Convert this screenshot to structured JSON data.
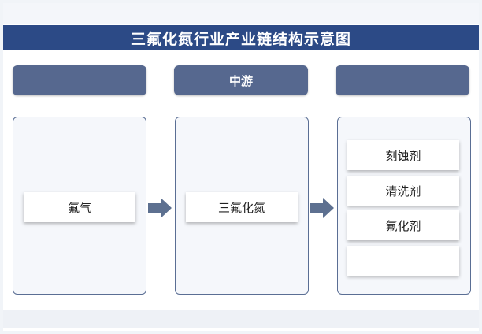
{
  "title": "三氟化氮行业产业链结构示意图",
  "stages": [
    {
      "header": "",
      "items": [
        "氟气"
      ]
    },
    {
      "header": "中游",
      "items": [
        "三氟化氮"
      ]
    },
    {
      "header": "",
      "items": [
        "刻蚀剂",
        "清洗剂",
        "氟化剂",
        ""
      ]
    }
  ],
  "colors": {
    "title_bg": "#2c4a86",
    "header_bg": "#56688f",
    "panel_border": "#5a6e94",
    "arrow": "#5d7090"
  },
  "icons": [
    "right-arrow-icon"
  ]
}
